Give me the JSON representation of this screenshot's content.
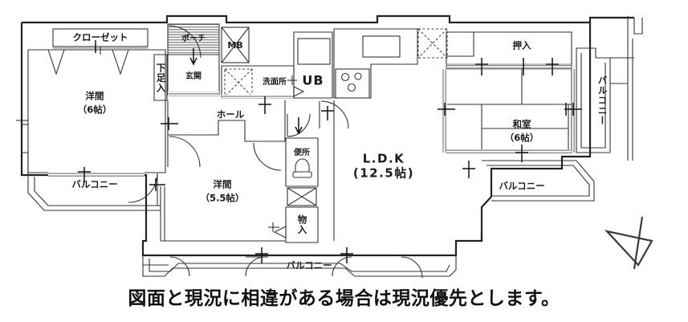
{
  "document": {
    "type": "floor-plan",
    "language": "ja",
    "caption": "図面と現況に相違がある場合は現況優先とします。"
  },
  "rooms": [
    {
      "id": "closet",
      "name": "クローゼット",
      "size": ""
    },
    {
      "id": "washitsu_w",
      "name": "洋間",
      "size": "（6帖）"
    },
    {
      "id": "washitsu_s",
      "name": "洋間",
      "size": "（5.5帖）"
    },
    {
      "id": "washitsu_j",
      "name": "和室",
      "size": "（6帖）"
    },
    {
      "id": "ldk",
      "name": "L.D.K",
      "size": "(12.5帖)"
    },
    {
      "id": "porch",
      "name": "ポーチ",
      "size": ""
    },
    {
      "id": "genkan",
      "name": "玄関",
      "size": ""
    },
    {
      "id": "geta",
      "name": "下足入",
      "size": ""
    },
    {
      "id": "mb",
      "name": "MB",
      "size": ""
    },
    {
      "id": "senmenjo",
      "name": "洗面所",
      "size": ""
    },
    {
      "id": "ub",
      "name": "UB",
      "size": ""
    },
    {
      "id": "hall",
      "name": "ホール",
      "size": ""
    },
    {
      "id": "benjo",
      "name": "便所",
      "size": ""
    },
    {
      "id": "monoire",
      "name": "物入",
      "size": ""
    },
    {
      "id": "oshiire",
      "name": "押入",
      "size": ""
    }
  ],
  "balconies": [
    {
      "id": "balcony_left",
      "name": "バルコニー"
    },
    {
      "id": "balcony_bottom",
      "name": "バルコニー"
    },
    {
      "id": "balcony_right_lower",
      "name": "バルコニー"
    },
    {
      "id": "balcony_right_vertical",
      "name": "バルコニー"
    }
  ],
  "labels": {
    "closet": "クローゼット",
    "yoma6_name": "洋間",
    "yoma6_size": "（6帖）",
    "yoma55_name": "洋間",
    "yoma55_size": "（5.5帖）",
    "washitsu_name": "和室",
    "washitsu_size": "（6帖）",
    "ldk_name": "L.D.K",
    "ldk_size": "(12.5帖)",
    "porch": "ポーチ",
    "genkan": "玄関",
    "getabako": "下足入",
    "mb": "MB",
    "senmenjo": "洗面所",
    "ub": "UB",
    "hall": "ホール",
    "benjo": "便所",
    "monoire": "物入",
    "oshiire": "押入",
    "balcony": "バルコニー"
  },
  "colors": {
    "wall": "#222222",
    "thin_line": "#333333",
    "background": "#ffffff",
    "text": "#1a1a1a",
    "hatch": "#777777"
  },
  "compass": {
    "name": "north-arrow",
    "direction": "west"
  }
}
